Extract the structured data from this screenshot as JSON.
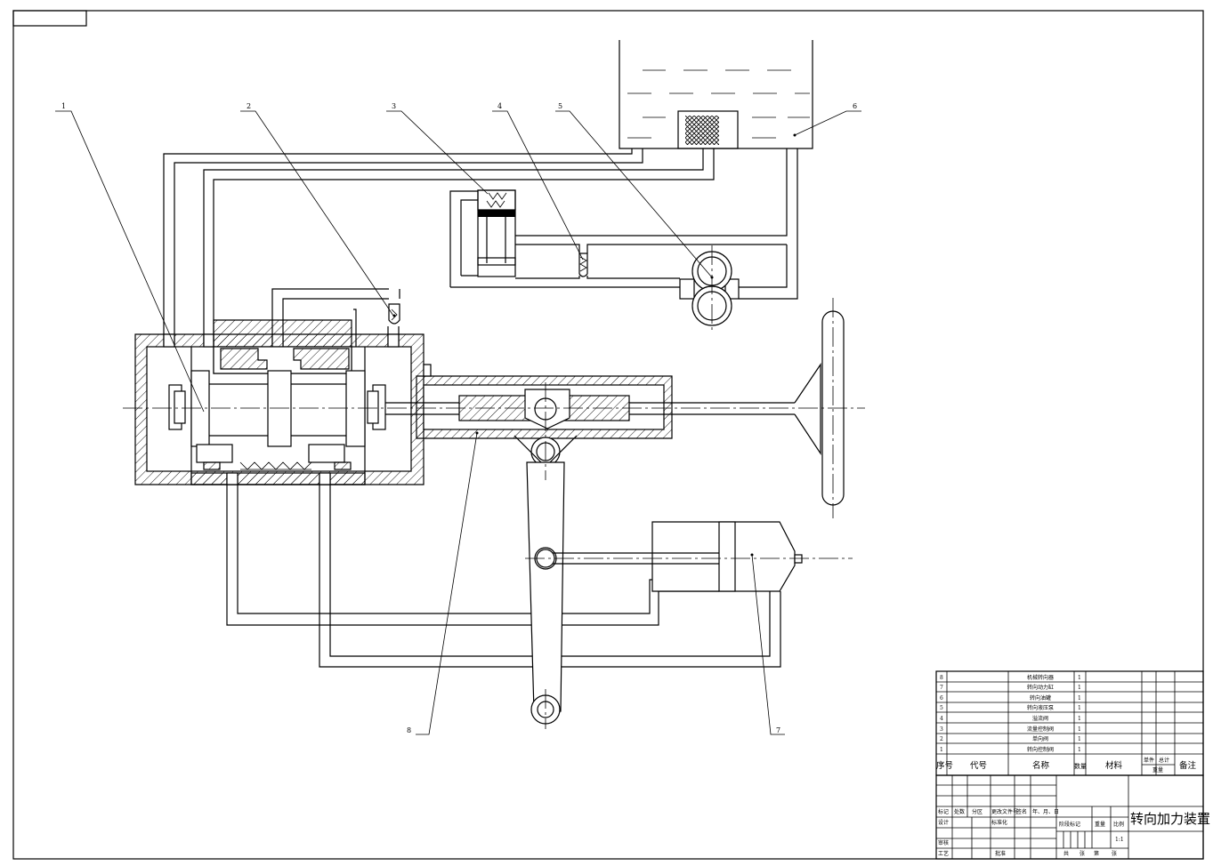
{
  "callouts": [
    "1",
    "2",
    "3",
    "4",
    "5",
    "6",
    "7",
    "8"
  ],
  "parts_list": [
    {
      "no": "8",
      "name": "机械转向器",
      "qty": "1"
    },
    {
      "no": "7",
      "name": "转向动力缸",
      "qty": "1"
    },
    {
      "no": "6",
      "name": "转向油罐",
      "qty": "1"
    },
    {
      "no": "5",
      "name": "转向液压泵",
      "qty": "1"
    },
    {
      "no": "4",
      "name": "溢流阀",
      "qty": "1"
    },
    {
      "no": "3",
      "name": "流量控制阀",
      "qty": "1"
    },
    {
      "no": "2",
      "name": "单向阀",
      "qty": "1"
    },
    {
      "no": "1",
      "name": "转向控制阀",
      "qty": "1"
    }
  ],
  "parts_header": {
    "no": "序号",
    "code": "代号",
    "name": "名称",
    "qty": "数量",
    "material": "材料",
    "single": "单件",
    "total": "总计",
    "weight": "重量",
    "remark": "备注"
  },
  "title_block": {
    "title": "转向加力装置",
    "mark": "标记",
    "count": "处数",
    "zone": "分区",
    "doc": "更改文件号",
    "sign": "签名",
    "date": "年、月、日",
    "design": "设计",
    "std": "标准化",
    "stage": "阶段标记",
    "weight": "重量",
    "scale_label": "比例",
    "scale": "1:1",
    "check": "审核",
    "process": "工艺",
    "approve": "批准",
    "sheets_total": "共",
    "sheets_unit": "张",
    "sheet_no": "第",
    "sheet_unit": "张"
  }
}
